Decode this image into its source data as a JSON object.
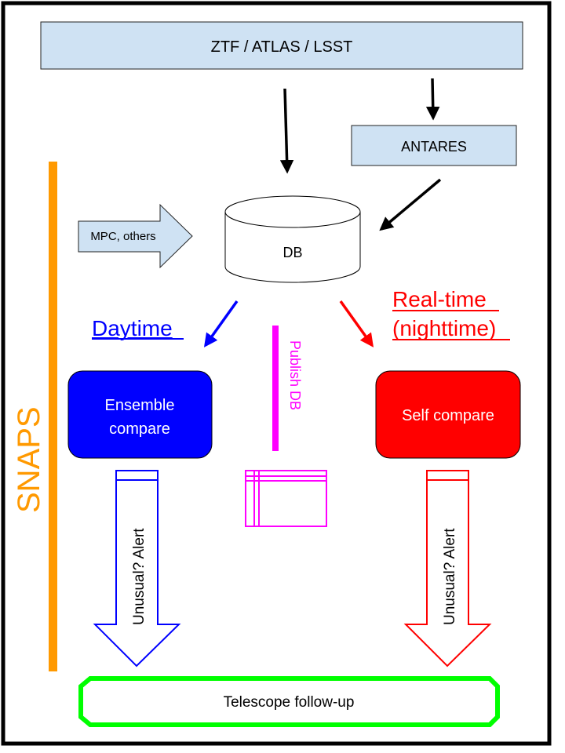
{
  "nodes": {
    "sources": "ZTF / ATLAS / LSST",
    "antares": "ANTARES",
    "db": "DB",
    "mpc": "MPC, others",
    "ensemble_l1": "Ensemble",
    "ensemble_l2": "compare",
    "self_compare": "Self compare",
    "followup": "Telescope follow-up"
  },
  "labels": {
    "daytime": "Daytime",
    "realtime_l1": "Real-time",
    "realtime_l2": "(nighttime)",
    "publish": "Publish DB",
    "alert_left": "Unusual? Alert",
    "alert_right": "Unusual? Alert",
    "snaps": "SNAPS"
  },
  "colors": {
    "box_fill": "#cfe2f3",
    "blue": "#0000ff",
    "red": "#ff0000",
    "magenta": "#ff00ff",
    "orange": "#ff9900",
    "green": "#00ff00",
    "black": "#000000"
  }
}
